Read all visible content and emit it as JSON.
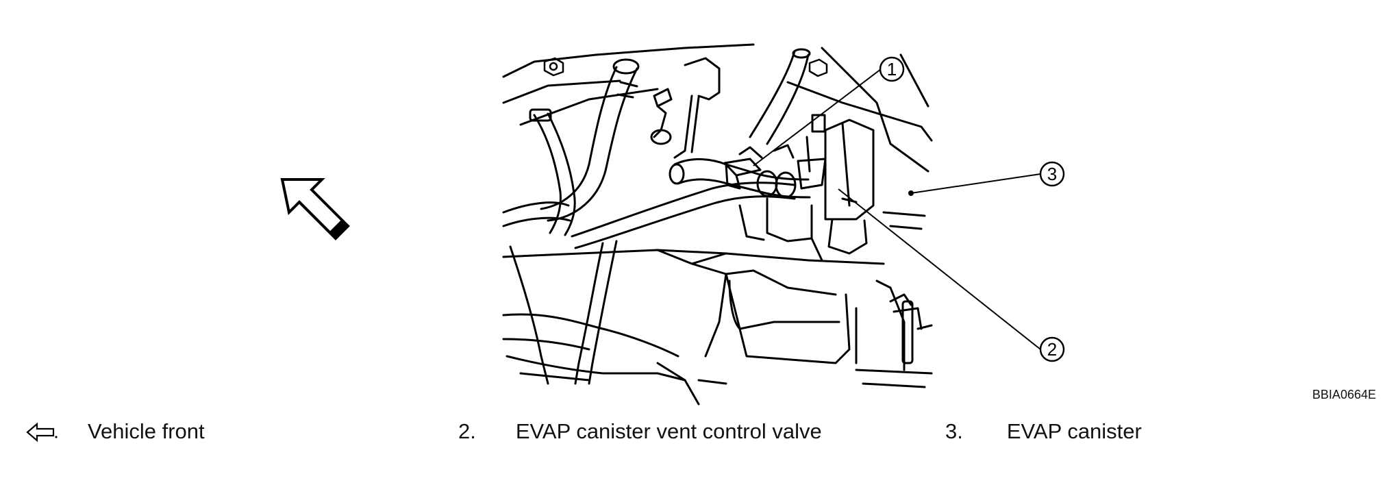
{
  "figure": {
    "code": "BBIA0664E",
    "callouts": [
      {
        "num": "1"
      },
      {
        "num": "2"
      },
      {
        "num": "3"
      }
    ]
  },
  "legend": {
    "front": {
      "symbol": "⇦",
      "label": "Vehicle front"
    },
    "item2": {
      "num": "2.",
      "label": "EVAP canister vent control valve"
    },
    "item3": {
      "num": "3.",
      "label": "EVAP canister"
    }
  }
}
